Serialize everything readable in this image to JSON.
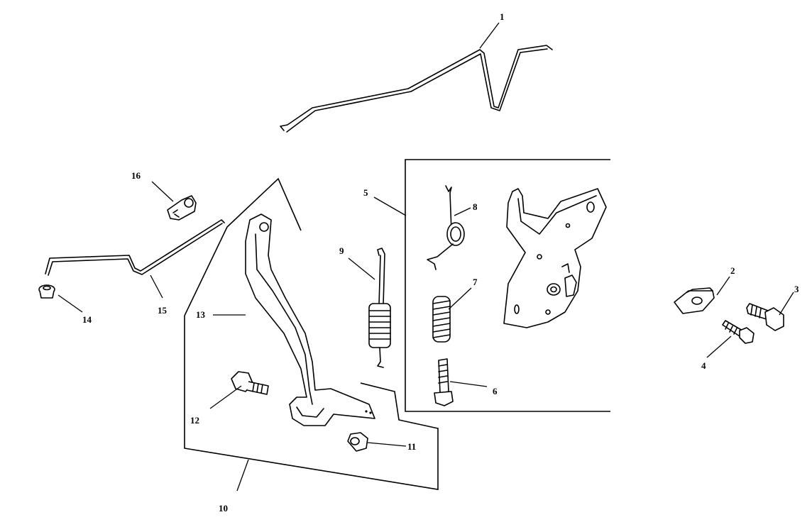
{
  "diagram": {
    "type": "exploded-parts-diagram",
    "callouts": [
      "1",
      "2",
      "3",
      "4",
      "5",
      "6",
      "7",
      "8",
      "9",
      "10",
      "11",
      "12",
      "13",
      "14",
      "15",
      "16"
    ],
    "colors": {
      "line": "#000000",
      "background": "#ffffff"
    }
  }
}
